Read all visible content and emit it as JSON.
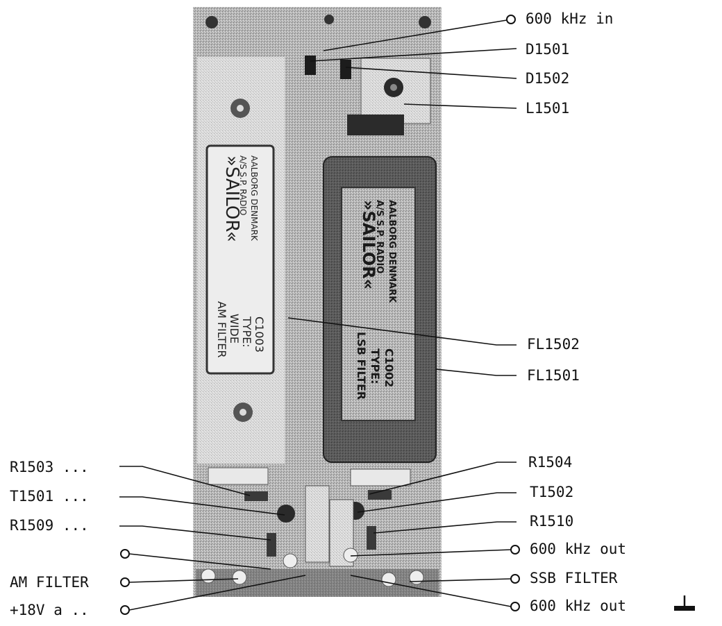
{
  "filters": {
    "am": {
      "brand": "»SAILOR«",
      "maker_line1": "A/S S.P. RADIO",
      "maker_line2": "AALBORG DENMARK",
      "desc_line1": "AM FILTER",
      "desc_line2": "WIDE",
      "desc_line3": "TYPE:",
      "desc_line4": "C1003"
    },
    "lsb": {
      "brand": "»SAILOR«",
      "maker_line1": "A/S S.P. RADIO",
      "maker_line2": "AALBORG DENMARK",
      "desc_line1": "LSB FILTER",
      "desc_line2": "TYPE:",
      "desc_line3": "C1002"
    }
  },
  "labels": {
    "in_600": "600 kHz in",
    "d1501": "D1501",
    "d1502": "D1502",
    "l1501": "L1501",
    "fl1502": "FL1502",
    "fl1501": "FL1501",
    "r1504": "R1504",
    "t1502": "T1502",
    "r1510": "R1510",
    "out_600_a": "600 kHz out",
    "ssb_filter": "SSB FILTER",
    "out_600_b": "600 kHz out",
    "r1503": "R1503 ...",
    "t1501": "T1501 ...",
    "r1509": "R1509 ...",
    "am_filter": "AM FILTER",
    "supply": "+18V a .."
  },
  "icons": {
    "ground": "ground-symbol-icon",
    "terminal": "terminal-circle-icon"
  },
  "colors": {
    "board": "#a9a9a9",
    "am_plate": "#d9d9d9",
    "lsb_case": "#555555",
    "lsb_plate": "#9a9a9a",
    "ink": "#111111"
  }
}
